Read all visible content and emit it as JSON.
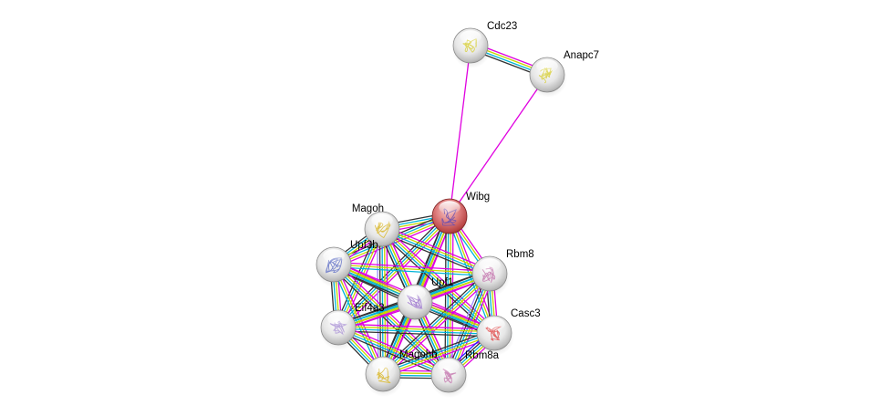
{
  "network": {
    "nodes": [
      {
        "id": "Cdc23",
        "label": "Cdc23",
        "query": false,
        "structure": "yellow-helical"
      },
      {
        "id": "Anapc7",
        "label": "Anapc7",
        "query": false,
        "structure": "yellow-helical"
      },
      {
        "id": "Wibg",
        "label": "Wibg",
        "query": true,
        "structure": "multicolor"
      },
      {
        "id": "Magoh",
        "label": "Magoh",
        "query": false,
        "structure": "yellow-sheet"
      },
      {
        "id": "Upf3b",
        "label": "Upf3b",
        "query": false,
        "structure": "blue-coil"
      },
      {
        "id": "Rbm8",
        "label": "Rbm8",
        "query": false,
        "structure": "pink"
      },
      {
        "id": "Upf1",
        "label": "Upf1",
        "query": false,
        "structure": "purple"
      },
      {
        "id": "Eif4a3",
        "label": "Eif4a3",
        "query": false,
        "structure": "purple-faint"
      },
      {
        "id": "Casc3",
        "label": "Casc3",
        "query": false,
        "structure": "red-fragment"
      },
      {
        "id": "Magohb",
        "label": "Magohb",
        "query": false,
        "structure": "yellow-sheet"
      },
      {
        "id": "Rbm8a",
        "label": "Rbm8a",
        "query": false,
        "structure": "pink"
      }
    ],
    "edge_colors": {
      "textmining": "#c8d400",
      "database": "#00b4d8",
      "experiments": "#e000e0",
      "coexpression": "#333333",
      "homology": "#9c8cff",
      "neighborhood": "#2020ff"
    },
    "edges": [
      {
        "a": "Cdc23",
        "b": "Anapc7",
        "types": [
          "experiments",
          "textmining",
          "database",
          "coexpression"
        ]
      },
      {
        "a": "Cdc23",
        "b": "Wibg",
        "types": [
          "experiments"
        ]
      },
      {
        "a": "Anapc7",
        "b": "Wibg",
        "types": [
          "experiments"
        ]
      },
      {
        "a": "Wibg",
        "b": "Magoh",
        "types": [
          "experiments",
          "textmining",
          "database",
          "coexpression"
        ]
      },
      {
        "a": "Wibg",
        "b": "Upf3b",
        "types": [
          "experiments",
          "textmining",
          "database",
          "coexpression"
        ]
      },
      {
        "a": "Wibg",
        "b": "Rbm8",
        "types": [
          "experiments",
          "textmining",
          "database"
        ]
      },
      {
        "a": "Wibg",
        "b": "Upf1",
        "types": [
          "experiments",
          "textmining",
          "database",
          "coexpression"
        ]
      },
      {
        "a": "Wibg",
        "b": "Eif4a3",
        "types": [
          "experiments",
          "textmining",
          "database",
          "coexpression"
        ]
      },
      {
        "a": "Wibg",
        "b": "Casc3",
        "types": [
          "experiments",
          "textmining",
          "database"
        ]
      },
      {
        "a": "Wibg",
        "b": "Magohb",
        "types": [
          "experiments",
          "textmining",
          "database",
          "coexpression"
        ]
      },
      {
        "a": "Wibg",
        "b": "Rbm8a",
        "types": [
          "experiments",
          "textmining",
          "database",
          "coexpression"
        ]
      },
      {
        "a": "Magoh",
        "b": "Upf3b",
        "types": [
          "experiments",
          "textmining",
          "database",
          "coexpression"
        ]
      },
      {
        "a": "Magoh",
        "b": "Rbm8",
        "types": [
          "experiments",
          "textmining",
          "database",
          "coexpression"
        ]
      },
      {
        "a": "Magoh",
        "b": "Upf1",
        "types": [
          "experiments",
          "textmining",
          "database",
          "coexpression"
        ]
      },
      {
        "a": "Magoh",
        "b": "Eif4a3",
        "types": [
          "experiments",
          "textmining",
          "database",
          "coexpression"
        ]
      },
      {
        "a": "Magoh",
        "b": "Casc3",
        "types": [
          "experiments",
          "textmining",
          "database",
          "coexpression"
        ]
      },
      {
        "a": "Magoh",
        "b": "Magohb",
        "types": [
          "experiments",
          "textmining",
          "database",
          "coexpression",
          "homology"
        ]
      },
      {
        "a": "Magoh",
        "b": "Rbm8a",
        "types": [
          "experiments",
          "textmining",
          "database",
          "coexpression"
        ]
      },
      {
        "a": "Upf3b",
        "b": "Rbm8",
        "types": [
          "experiments",
          "textmining",
          "database"
        ]
      },
      {
        "a": "Upf3b",
        "b": "Upf1",
        "types": [
          "experiments",
          "textmining",
          "database",
          "coexpression"
        ]
      },
      {
        "a": "Upf3b",
        "b": "Eif4a3",
        "types": [
          "experiments",
          "textmining",
          "database",
          "coexpression"
        ]
      },
      {
        "a": "Upf3b",
        "b": "Casc3",
        "types": [
          "experiments",
          "textmining",
          "database",
          "coexpression"
        ]
      },
      {
        "a": "Upf3b",
        "b": "Magohb",
        "types": [
          "experiments",
          "textmining",
          "database"
        ]
      },
      {
        "a": "Upf3b",
        "b": "Rbm8a",
        "types": [
          "experiments",
          "textmining",
          "database",
          "coexpression"
        ]
      },
      {
        "a": "Rbm8",
        "b": "Upf1",
        "types": [
          "experiments",
          "textmining",
          "database",
          "coexpression"
        ]
      },
      {
        "a": "Rbm8",
        "b": "Eif4a3",
        "types": [
          "experiments",
          "textmining",
          "database",
          "coexpression"
        ]
      },
      {
        "a": "Rbm8",
        "b": "Casc3",
        "types": [
          "experiments",
          "textmining",
          "database",
          "coexpression"
        ]
      },
      {
        "a": "Rbm8",
        "b": "Magohb",
        "types": [
          "experiments",
          "textmining",
          "database",
          "coexpression"
        ]
      },
      {
        "a": "Rbm8",
        "b": "Rbm8a",
        "types": [
          "experiments",
          "textmining",
          "database",
          "coexpression",
          "homology"
        ]
      },
      {
        "a": "Upf1",
        "b": "Eif4a3",
        "types": [
          "experiments",
          "textmining",
          "database",
          "coexpression"
        ]
      },
      {
        "a": "Upf1",
        "b": "Casc3",
        "types": [
          "experiments",
          "textmining",
          "database",
          "coexpression"
        ]
      },
      {
        "a": "Upf1",
        "b": "Magohb",
        "types": [
          "experiments",
          "textmining",
          "database",
          "coexpression"
        ]
      },
      {
        "a": "Upf1",
        "b": "Rbm8a",
        "types": [
          "experiments",
          "textmining",
          "database",
          "coexpression"
        ]
      },
      {
        "a": "Eif4a3",
        "b": "Casc3",
        "types": [
          "experiments",
          "textmining",
          "database",
          "coexpression"
        ]
      },
      {
        "a": "Eif4a3",
        "b": "Magohb",
        "types": [
          "experiments",
          "textmining",
          "database",
          "coexpression"
        ]
      },
      {
        "a": "Eif4a3",
        "b": "Rbm8a",
        "types": [
          "experiments",
          "textmining",
          "database",
          "coexpression"
        ]
      },
      {
        "a": "Casc3",
        "b": "Magohb",
        "types": [
          "experiments",
          "textmining",
          "database",
          "coexpression"
        ]
      },
      {
        "a": "Casc3",
        "b": "Rbm8a",
        "types": [
          "experiments",
          "textmining",
          "database",
          "coexpression",
          "neighborhood"
        ]
      },
      {
        "a": "Magohb",
        "b": "Rbm8a",
        "types": [
          "experiments",
          "textmining",
          "database",
          "coexpression"
        ]
      }
    ]
  }
}
